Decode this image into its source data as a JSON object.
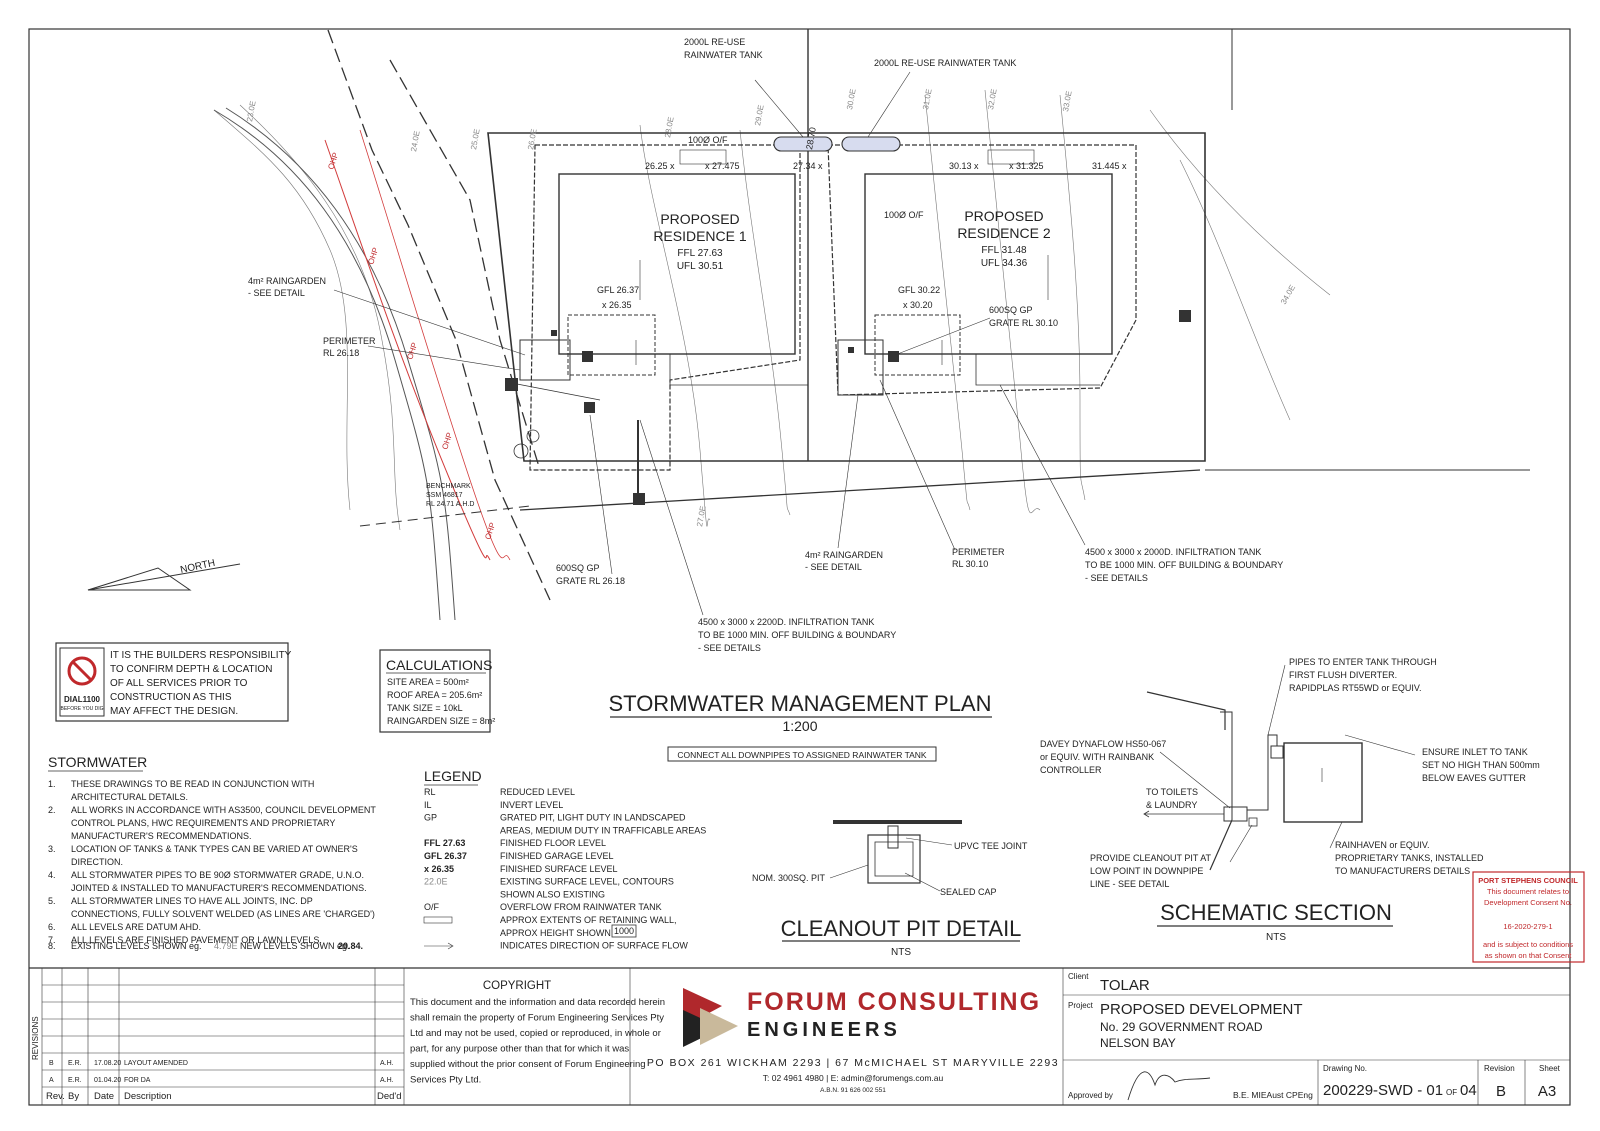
{
  "plan": {
    "tank1_label_l1": "2000L RE-USE",
    "tank1_label_l2": "RAINWATER TANK",
    "tank2_label": "2000L RE-USE RAINWATER TANK",
    "overflow1": "100Ø O/F",
    "overflow2": "100Ø O/F",
    "level_2870": "28.70",
    "lvl_a": "26.25 x",
    "lvl_b": "x 27.475",
    "lvl_c": "27.34 x",
    "lvl_d": "30.13 x",
    "lvl_e": "x 31.325",
    "lvl_f": "31.445 x",
    "res1_l1": "PROPOSED",
    "res1_l2": "RESIDENCE 1",
    "res1_ffl": "FFL 27.63",
    "res1_ufl": "UFL 30.51",
    "res2_l1": "PROPOSED",
    "res2_l2": "RESIDENCE 2",
    "res2_ffl": "FFL 31.48",
    "res2_ufl": "UFL 34.36",
    "gfl1": "GFL 26.37",
    "gfl1_x": "x 26.35",
    "gfl2": "GFL 30.22",
    "gfl2_x": "x 30.20",
    "rg1_l1": "4m² RAINGARDEN",
    "rg1_l2": "- SEE DETAIL",
    "perim1_l1": "PERIMETER",
    "perim1_l2": "RL 26.18",
    "gp2_l1": "600SQ GP",
    "gp2_l2": "GRATE RL 30.10",
    "bm_l1": "BENCHMARK",
    "bm_l2": "SSM 46817",
    "bm_l3": "RL 24.71 A.H.D",
    "north": "NORTH",
    "gp1_l1": "600SQ GP",
    "gp1_l2": "GRATE RL 26.18",
    "rg2_l1": "4m² RAINGARDEN",
    "rg2_l2": "- SEE DETAIL",
    "perim2_l1": "PERIMETER",
    "perim2_l2": "RL 30.10",
    "inf2_l1": "4500 x 3000 x 2000D. INFILTRATION TANK",
    "inf2_l2": "TO BE 1000 MIN. OFF BUILDING & BOUNDARY",
    "inf2_l3": "- SEE DETAILS",
    "inf1_l1": "4500 x 3000 x 2200D. INFILTRATION TANK",
    "inf1_l2": "TO BE 1000 MIN. OFF BUILDING & BOUNDARY",
    "inf1_l3": "- SEE DETAILS",
    "ohp": "OHP",
    "contours": [
      "23.0E",
      "24.0E",
      "25.0E",
      "26.0E",
      "27.0E",
      "28.0E",
      "29.0E",
      "30.0E",
      "31.0E",
      "32.0E",
      "33.0E",
      "34.0E"
    ]
  },
  "dial": {
    "logo_l1": "DIAL1100",
    "logo_l2": "BEFORE YOU DIG",
    "lines": [
      "IT IS THE BUILDERS RESPONSIBILITY",
      "TO CONFIRM DEPTH & LOCATION",
      "OF ALL SERVICES PRIOR TO",
      "CONSTRUCTION AS THIS",
      "MAY AFFECT THE DESIGN."
    ]
  },
  "calc": {
    "title": "CALCULATIONS",
    "lines": [
      "SITE AREA = 500m²",
      "ROOF AREA = 205.6m²",
      "TANK SIZE = 10kL",
      "RAINGARDEN SIZE = 8m²"
    ]
  },
  "title_main": "STORMWATER MANAGEMENT PLAN",
  "scale": "1:200",
  "connect_note": "CONNECT ALL DOWNPIPES TO ASSIGNED RAINWATER TANK",
  "notes": {
    "heading": "STORMWATER",
    "items": [
      [
        "1.",
        "THESE DRAWINGS TO BE READ IN CONJUNCTION WITH",
        "ARCHITECTURAL DETAILS."
      ],
      [
        "2.",
        "ALL WORKS IN ACCORDANCE WITH AS3500, COUNCIL DEVELOPMENT",
        "CONTROL PLANS, HWC REQUIREMENTS AND PROPRIETARY",
        "MANUFACTURER'S RECOMMENDATIONS."
      ],
      [
        "3.",
        "LOCATION OF TANKS & TANK TYPES CAN BE VARIED AT OWNER'S",
        "DIRECTION."
      ],
      [
        "4.",
        "ALL STORMWATER PIPES TO BE 90Ø STORMWATER GRADE, U.N.O.",
        "JOINTED & INSTALLED TO MANUFACTURER'S RECOMMENDATIONS."
      ],
      [
        "5.",
        "ALL STORMWATER LINES TO HAVE ALL JOINTS, INC. DP",
        "CONNECTIONS, FULLY SOLVENT WELDED (AS LINES ARE 'CHARGED')"
      ],
      [
        "6.",
        "ALL LEVELS ARE DATUM AHD."
      ],
      [
        "7.",
        "ALL LEVELS ARE FINISHED PAVEMENT OR LAWN LEVELS."
      ]
    ],
    "item8_num": "8.",
    "item8_a": "EXISTING LEVELS SHOWN eg.",
    "item8_b": "4.79E",
    "item8_c": "NEW LEVELS SHOWN eg.",
    "item8_d": "20.84."
  },
  "legend": {
    "heading": "LEGEND",
    "rows": [
      [
        "RL",
        "REDUCED LEVEL"
      ],
      [
        "IL",
        "INVERT LEVEL"
      ],
      [
        "GP",
        "GRATED PIT, LIGHT DUTY IN LANDSCAPED"
      ],
      [
        "",
        "AREAS, MEDIUM DUTY IN TRAFFICABLE AREAS"
      ],
      [
        "FFL 27.63",
        "FINISHED FLOOR LEVEL"
      ],
      [
        "GFL 26.37",
        "FINISHED GARAGE LEVEL"
      ],
      [
        "x 26.35",
        "FINISHED SURFACE LEVEL"
      ],
      [
        "22.0E",
        "EXISTING SURFACE LEVEL, CONTOURS"
      ],
      [
        "",
        "SHOWN ALSO EXISTING"
      ],
      [
        "O/F",
        "OVERFLOW FROM RAINWATER TANK"
      ],
      [
        "",
        "APPROX EXTENTS OF RETAINING WALL,"
      ],
      [
        "",
        "APPROX HEIGHT SHOWN"
      ],
      [
        "",
        "INDICATES DIRECTION OF SURFACE FLOW"
      ]
    ],
    "height_box": "1000"
  },
  "cleanout": {
    "upvc": "UPVC TEE JOINT",
    "nom": "NOM. 300SQ. PIT",
    "cap": "SEALED CAP",
    "title": "CLEANOUT PIT DETAIL",
    "scale": "NTS"
  },
  "schematic": {
    "pipes_l1": "PIPES TO ENTER TANK THROUGH",
    "pipes_l2": "FIRST FLUSH DIVERTER.",
    "pipes_l3": "RAPIDPLAS RT55WD or EQUIV.",
    "davey_l1": "DAVEY DYNAFLOW HS50-067",
    "davey_l2": "or EQUIV. WITH RAINBANK",
    "davey_l3": "CONTROLLER",
    "inlet_l1": "ENSURE INLET TO TANK",
    "inlet_l2": "SET NO HIGH THAN 500mm",
    "inlet_l3": "BELOW EAVES GUTTER",
    "toilets_l1": "TO TOILETS",
    "toilets_l2": "& LAUNDRY",
    "cleanout_l1": "PROVIDE CLEANOUT PIT AT",
    "cleanout_l2": "LOW POINT IN DOWNPIPE",
    "cleanout_l3": "LINE - SEE DETAIL",
    "rain_l1": "RAINHAVEN or EQUIV.",
    "rain_l2": "PROPRIETARY TANKS, INSTALLED",
    "rain_l3": "TO MANUFACTURERS DETAILS",
    "title": "SCHEMATIC SECTION",
    "scale": "NTS"
  },
  "stamp": {
    "l1": "PORT STEPHENS COUNCIL",
    "l2": "This document relates to",
    "l3": "Development Consent No.",
    "l4": "16-2020-279-1",
    "l5": "and is subject to conditions",
    "l6": "as shown on that Consent"
  },
  "titleblock": {
    "revisions_label": "REVISIONS",
    "rev_rows": [
      [
        "B",
        "E.R.",
        "17.08.20",
        "LAYOUT AMENDED",
        "A.H."
      ],
      [
        "A",
        "E.R.",
        "01.04.20",
        "FOR DA",
        "A.H."
      ]
    ],
    "rev_header": [
      "Rev.",
      "By",
      "Date",
      "Description",
      "Ded'd"
    ],
    "copyright_title": "COPYRIGHT",
    "copyright_lines": [
      "This document and the information and data recorded herein",
      "shall remain the property of Forum Engineering Services Pty",
      "Ltd and may not be used, copied or reproduced, in whole or",
      "part, for any purpose other than that for which it was",
      "supplied without the prior consent of Forum Engineering",
      "Services Pty Ltd."
    ],
    "company_l1": "FORUM CONSULTING",
    "company_l2": "ENGINEERS",
    "address": "PO BOX 261  WICKHAM 2293  |  67 McMICHAEL ST  MARYVILLE 2293",
    "contact": "T: 02 4961 4980  |  E: admin@forumengs.com.au",
    "abn": "A.B.N. 91 626 002 551",
    "client_label": "Client",
    "client": "TOLAR",
    "project_label": "Project",
    "project_l1": "PROPOSED DEVELOPMENT",
    "project_l2": "No. 29 GOVERNMENT ROAD",
    "project_l3": "NELSON BAY",
    "approved_label": "Approved by",
    "qual": "B.E. MIEAust CPEng",
    "drawing_label": "Drawing No.",
    "drawing_no": "200229-SWD - 01",
    "of": "OF",
    "total": "04",
    "revision_label": "Revision",
    "revision": "B",
    "sheet_label": "Sheet",
    "sheet": "A3"
  }
}
